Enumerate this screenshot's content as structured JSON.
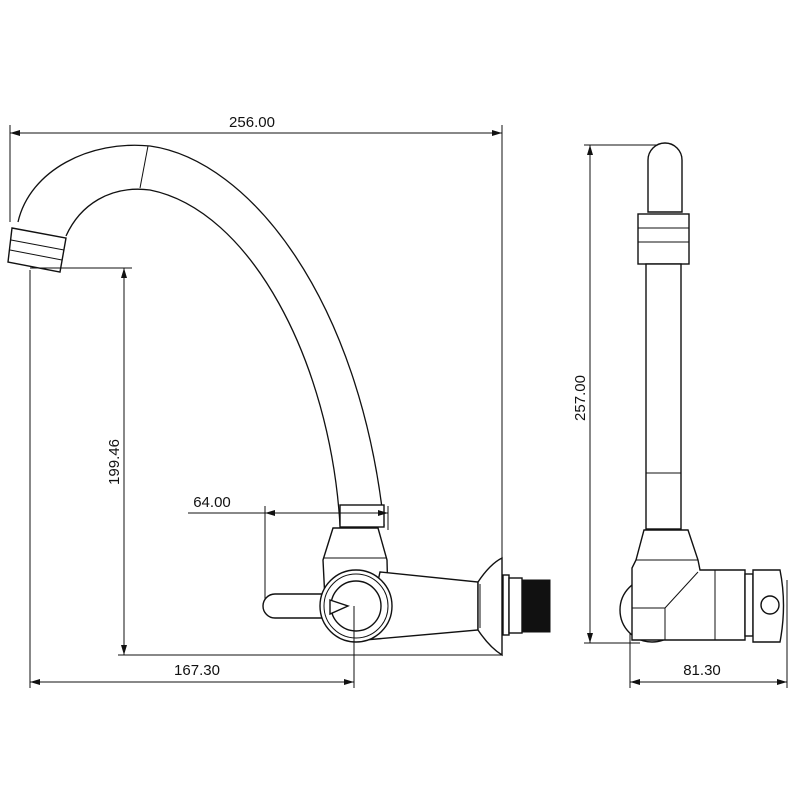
{
  "title": "Wall-mounted kitchen faucet technical drawing",
  "dimensions": {
    "overall_width": "256.00",
    "spout_height": "199.46",
    "handle_length": "64.00",
    "spout_reach": "167.30",
    "overall_height": "257.00",
    "side_depth": "81.30"
  },
  "colors": {
    "line": "#111111",
    "background": "#ffffff"
  }
}
